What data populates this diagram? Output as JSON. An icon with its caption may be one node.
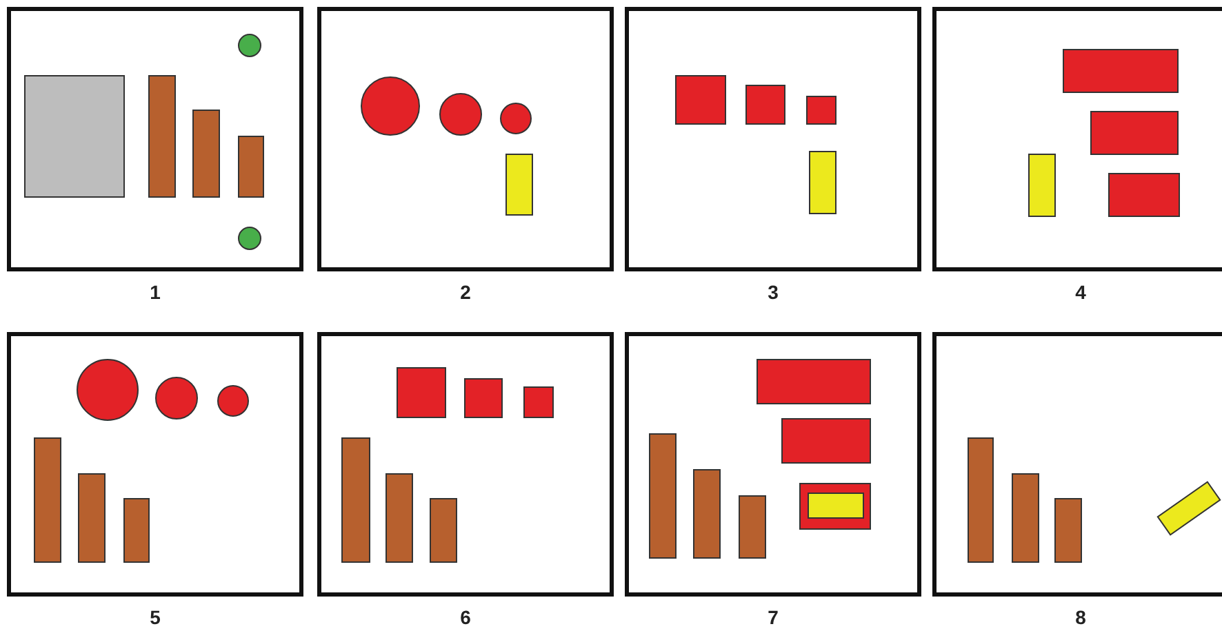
{
  "diagram": {
    "labels": [
      "1",
      "2",
      "3",
      "4",
      "5",
      "6",
      "7",
      "8"
    ]
  }
}
